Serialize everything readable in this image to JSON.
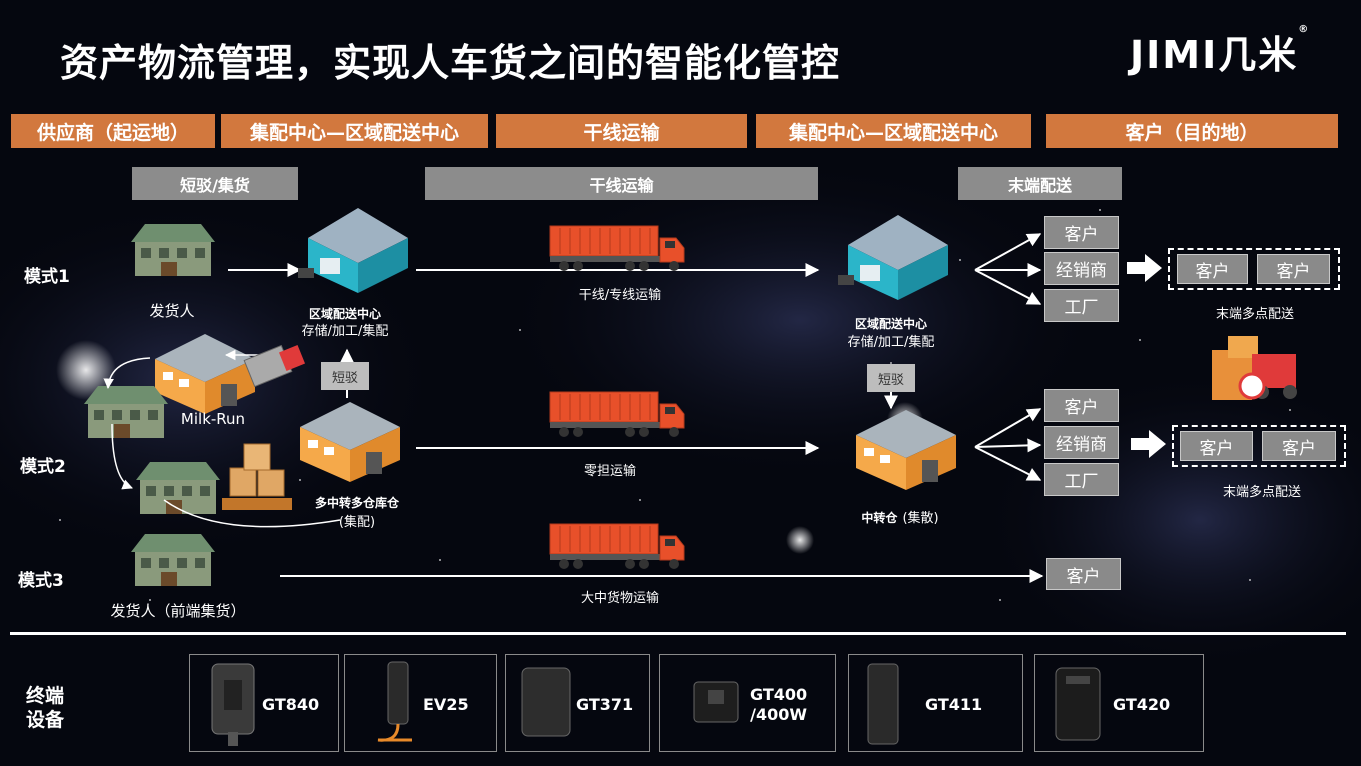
{
  "title": "资产物流管理，实现人车货之间的智能化管控",
  "logo": "JIMI几米",
  "stages": [
    "供应商（起运地）",
    "集配中心—区域配送中心",
    "干线运输",
    "集配中心—区域配送中心",
    "客户（目的地）"
  ],
  "sub_stages": [
    "短驳/集货",
    "干线运输",
    "末端配送"
  ],
  "modes": [
    "模式1",
    "模式2",
    "模式3"
  ],
  "mode1": {
    "shipper": "发货人",
    "center_name": "区域配送中心",
    "center_desc": "存储/加工/集配",
    "truck_label": "干线/专线运输",
    "dest_name": "区域配送中心",
    "dest_desc": "存储/加工/集配",
    "customers": [
      "客户",
      "经销商",
      "工厂"
    ],
    "multi": [
      "客户",
      "客户"
    ],
    "multi_label": "末端多点配送"
  },
  "mode2": {
    "milk_run": "Milk-Run",
    "short_up": "短驳",
    "short_down": "短驳",
    "warehouse_name": "多中转多仓库仓",
    "warehouse_desc": "(集配)",
    "truck_label": "零担运输",
    "transfer_name": "中转仓",
    "transfer_desc": "(集散)",
    "customers": [
      "客户",
      "经销商",
      "工厂"
    ],
    "multi": [
      "客户",
      "客户"
    ],
    "multi_label": "末端多点配送"
  },
  "mode3": {
    "shipper": "发货人（前端集货）",
    "truck_label": "大中货物运输",
    "customer": "客户"
  },
  "devices_label": "终端\n设备",
  "devices": [
    "GT840",
    "EV25",
    "GT371",
    "GT400\n/400W",
    "GT411",
    "GT420"
  ],
  "colors": {
    "stage": "#d2783e",
    "sub_stage": "#8c8c8c",
    "box": "#8a8a8a",
    "truck": "#e8502a"
  }
}
